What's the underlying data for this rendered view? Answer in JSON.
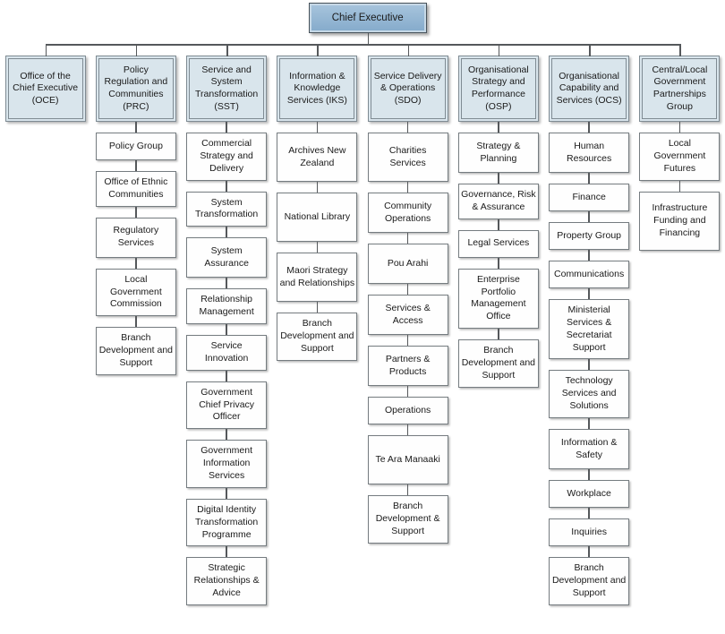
{
  "title": "Organisational structure chart",
  "colors": {
    "root_fill_top": "#a8c5dd",
    "root_fill_bottom": "#84aacb",
    "root_border": "#47525a",
    "header_fill": "#d9e5ec",
    "header_border": "#7f8b93",
    "box_fill": "#fefefe",
    "box_border": "#757c80",
    "line": "#55585b",
    "text": "#1a1a1a"
  },
  "root": {
    "label": "Chief Executive"
  },
  "columns": [
    {
      "header": "Office of the Chief Executive (OCE)",
      "children": []
    },
    {
      "header": "Policy Regulation and Communities (PRC)",
      "children": [
        "Policy Group",
        "Office of Ethnic Communities",
        "Regulatory Services",
        "Local Government Commission",
        "Branch Development and Support"
      ]
    },
    {
      "header": "Service and System Transformation (SST)",
      "children": [
        "Commercial Strategy and Delivery",
        "System Transformation",
        "System Assurance",
        "Relationship Management",
        "Service Innovation",
        "Government Chief Privacy Officer",
        "Government Information Services",
        "Digital Identity Transformation Programme",
        "Strategic Relationships & Advice"
      ]
    },
    {
      "header": "Information & Knowledge Services (IKS)",
      "children": [
        "Archives New Zealand",
        "National Library",
        "Maori Strategy and Relationships",
        "Branch Development and Support"
      ]
    },
    {
      "header": "Service Delivery & Operations (SDO)",
      "children": [
        "Charities Services",
        "Community Operations",
        "Pou Arahi",
        "Services & Access",
        "Partners & Products",
        "Operations",
        "Te Ara Manaaki",
        "Branch Development & Support"
      ]
    },
    {
      "header": "Organisational Strategy and Performance (OSP)",
      "children": [
        "Strategy & Planning",
        "Governance, Risk & Assurance",
        "Legal Services",
        "Enterprise Portfolio Management Office",
        "Branch Development and Support"
      ]
    },
    {
      "header": "Organisational Capability and Services (OCS)",
      "children": [
        "Human Resources",
        "Finance",
        "Property Group",
        "Communications",
        "Ministerial Services & Secretariat Support",
        "Technology Services and Solutions",
        "Information & Safety",
        "Workplace",
        "Inquiries",
        "Branch Development and Support"
      ]
    },
    {
      "header": "Central/Local Government Partnerships Group",
      "children": [
        "Local Government Futures",
        "Infrastructure Funding and Financing"
      ]
    }
  ]
}
